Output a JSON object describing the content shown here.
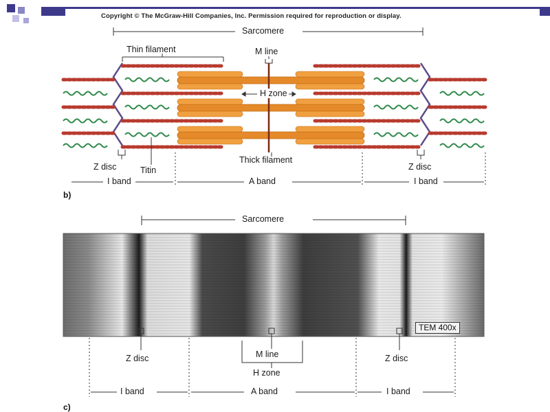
{
  "copyright": "Copyright © The McGraw-Hill Companies, Inc. Permission required for reproduction or display.",
  "panel_b": {
    "letter": "b)",
    "sarcomere": "Sarcomere",
    "thin_filament": "Thin filament",
    "m_line": "M line",
    "h_zone": "H zone",
    "thick_filament": "Thick filament",
    "z_disc_left": "Z disc",
    "titin": "Titin",
    "z_disc_right": "Z disc",
    "i_band_left": "I band",
    "a_band": "A band",
    "i_band_right": "I band"
  },
  "panel_c": {
    "letter": "c)",
    "sarcomere": "Sarcomere",
    "tem_label": "TEM 400x",
    "z_disc_left": "Z disc",
    "m_line": "M line",
    "z_disc_right": "Z disc",
    "h_zone": "H zone",
    "i_band_left": "I band",
    "a_band": "A band",
    "i_band_right": "I band"
  },
  "colors": {
    "slide_accent": "#3d3a8c",
    "thin_filament": "#b83a2e",
    "thick_filament": "#e48a2a",
    "titin": "#2f8a4a",
    "z_disc": "#5a4a8a"
  }
}
